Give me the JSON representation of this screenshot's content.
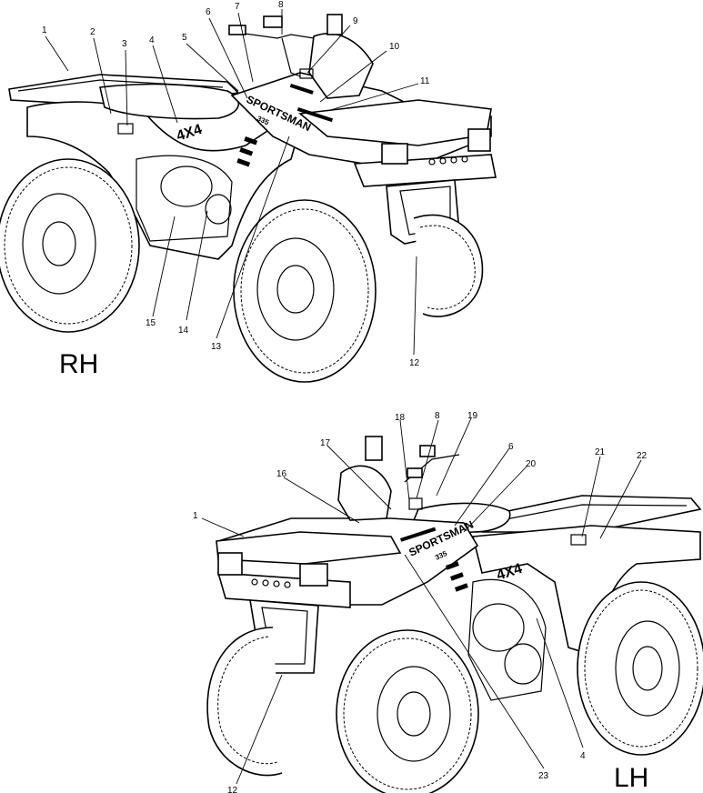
{
  "views": {
    "rh": {
      "label": "RH",
      "callouts": [
        "1",
        "2",
        "3",
        "4",
        "5",
        "6",
        "7",
        "8",
        "9",
        "10",
        "11",
        "12",
        "13",
        "14",
        "15"
      ]
    },
    "lh": {
      "label": "LH",
      "callouts": [
        "1",
        "4",
        "6",
        "8",
        "12",
        "16",
        "17",
        "18",
        "19",
        "20",
        "21",
        "22",
        "23"
      ]
    }
  },
  "decals": {
    "badge_4x4": "4X4",
    "brand": "SPORTSMAN",
    "model_number": "335"
  }
}
